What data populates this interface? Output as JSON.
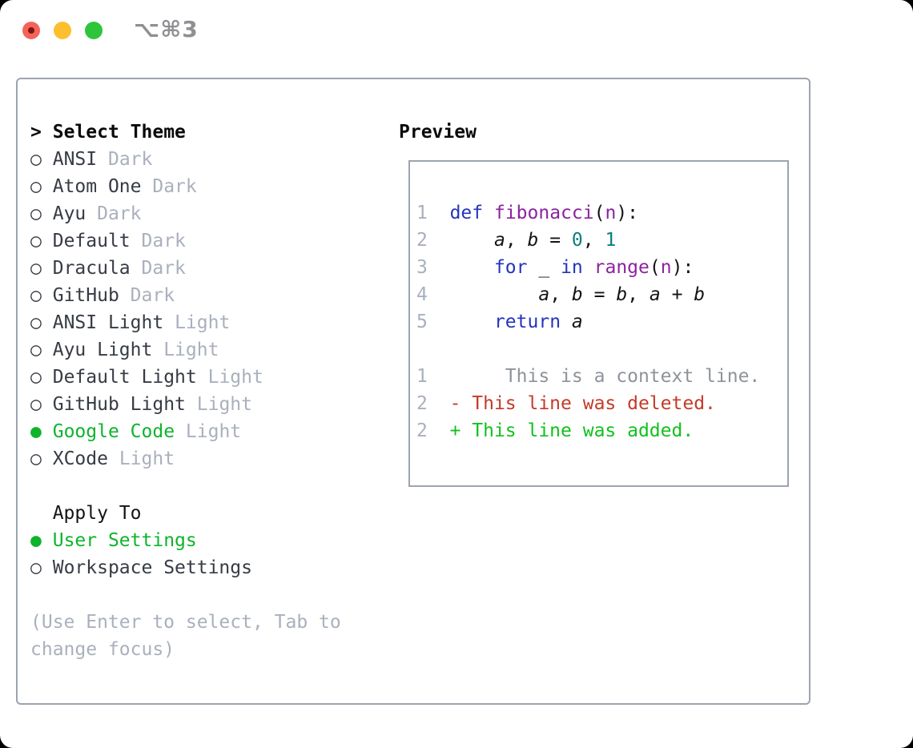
{
  "titlebar": {
    "shortcut": "⌥⌘3"
  },
  "list": {
    "prompt": ">",
    "title": "Select Theme",
    "radio_unselected": "○",
    "radio_selected": "●",
    "themes": [
      {
        "name": "ANSI",
        "variant": "Dark",
        "selected": false
      },
      {
        "name": "Atom One",
        "variant": "Dark",
        "selected": false
      },
      {
        "name": "Ayu",
        "variant": "Dark",
        "selected": false
      },
      {
        "name": "Default",
        "variant": "Dark",
        "selected": false
      },
      {
        "name": "Dracula",
        "variant": "Dark",
        "selected": false
      },
      {
        "name": "GitHub",
        "variant": "Dark",
        "selected": false
      },
      {
        "name": "ANSI Light",
        "variant": "Light",
        "selected": false
      },
      {
        "name": "Ayu Light",
        "variant": "Light",
        "selected": false
      },
      {
        "name": "Default Light",
        "variant": "Light",
        "selected": false
      },
      {
        "name": "GitHub Light",
        "variant": "Light",
        "selected": false
      },
      {
        "name": "Google Code",
        "variant": "Light",
        "selected": true
      },
      {
        "name": "XCode",
        "variant": "Light",
        "selected": false
      }
    ],
    "apply_to": {
      "label": "Apply To",
      "options": [
        {
          "name": "User Settings",
          "selected": true
        },
        {
          "name": "Workspace Settings",
          "selected": false
        }
      ]
    },
    "help_lines": [
      "(Use Enter to select, Tab to",
      "change focus)"
    ]
  },
  "preview": {
    "label": "Preview",
    "lines": [
      {
        "kind": "code",
        "segs": [
          [
            "1",
            "num"
          ],
          [
            "  ",
            "p"
          ],
          [
            "def",
            "kw"
          ],
          [
            " ",
            "p"
          ],
          [
            "fibonacci",
            "typ"
          ],
          [
            "(",
            "p"
          ],
          [
            "n",
            "typ"
          ],
          [
            "):",
            "p"
          ]
        ]
      },
      {
        "kind": "code",
        "segs": [
          [
            "2",
            "num"
          ],
          [
            "      ",
            "p"
          ],
          [
            "a",
            "var"
          ],
          [
            ", ",
            "p"
          ],
          [
            "b",
            "var"
          ],
          [
            " = ",
            "p"
          ],
          [
            "0",
            "lit"
          ],
          [
            ", ",
            "p"
          ],
          [
            "1",
            "lit"
          ]
        ]
      },
      {
        "kind": "code",
        "segs": [
          [
            "3",
            "num"
          ],
          [
            "      ",
            "p"
          ],
          [
            "for",
            "kw"
          ],
          [
            " ",
            "p"
          ],
          [
            "_",
            "var"
          ],
          [
            " ",
            "p"
          ],
          [
            "in",
            "kw"
          ],
          [
            " ",
            "p"
          ],
          [
            "range",
            "typ"
          ],
          [
            "(",
            "p"
          ],
          [
            "n",
            "typ"
          ],
          [
            "):",
            "p"
          ]
        ]
      },
      {
        "kind": "code",
        "segs": [
          [
            "4",
            "num"
          ],
          [
            "          ",
            "p"
          ],
          [
            "a",
            "var"
          ],
          [
            ", ",
            "p"
          ],
          [
            "b",
            "var"
          ],
          [
            " = ",
            "p"
          ],
          [
            "b",
            "var"
          ],
          [
            ", ",
            "p"
          ],
          [
            "a",
            "var"
          ],
          [
            " + ",
            "p"
          ],
          [
            "b",
            "var"
          ]
        ]
      },
      {
        "kind": "code",
        "segs": [
          [
            "5",
            "num"
          ],
          [
            "      ",
            "p"
          ],
          [
            "return",
            "kw"
          ],
          [
            " ",
            "p"
          ],
          [
            "a",
            "var"
          ]
        ]
      },
      {
        "kind": "blank",
        "segs": []
      },
      {
        "kind": "diff-context",
        "segs": [
          [
            "1",
            "num"
          ],
          [
            "       This is a context line.",
            "ctx"
          ]
        ]
      },
      {
        "kind": "diff-deleted",
        "segs": [
          [
            "2",
            "num"
          ],
          [
            "  ",
            "p"
          ],
          [
            "- This line was deleted.",
            "del"
          ]
        ]
      },
      {
        "kind": "diff-added",
        "segs": [
          [
            "2",
            "num"
          ],
          [
            "  ",
            "p"
          ],
          [
            "+ This line was added.",
            "add"
          ]
        ]
      }
    ]
  },
  "colors": {
    "accent_green": "#0eb42c",
    "added_green": "#11c11d",
    "deleted_red": "#c53a28",
    "keyword_blue": "#2434bd",
    "type_purple": "#8d239f",
    "literal_teal": "#0d7d7f",
    "muted_gray": "#a9b0bd",
    "context_gray": "#8e939a",
    "text_dark": "#363b44",
    "border_gray": "#9da4af",
    "traffic_red": "#f4635a",
    "traffic_yellow": "#fcbf2d",
    "traffic_green": "#2ec53b"
  }
}
